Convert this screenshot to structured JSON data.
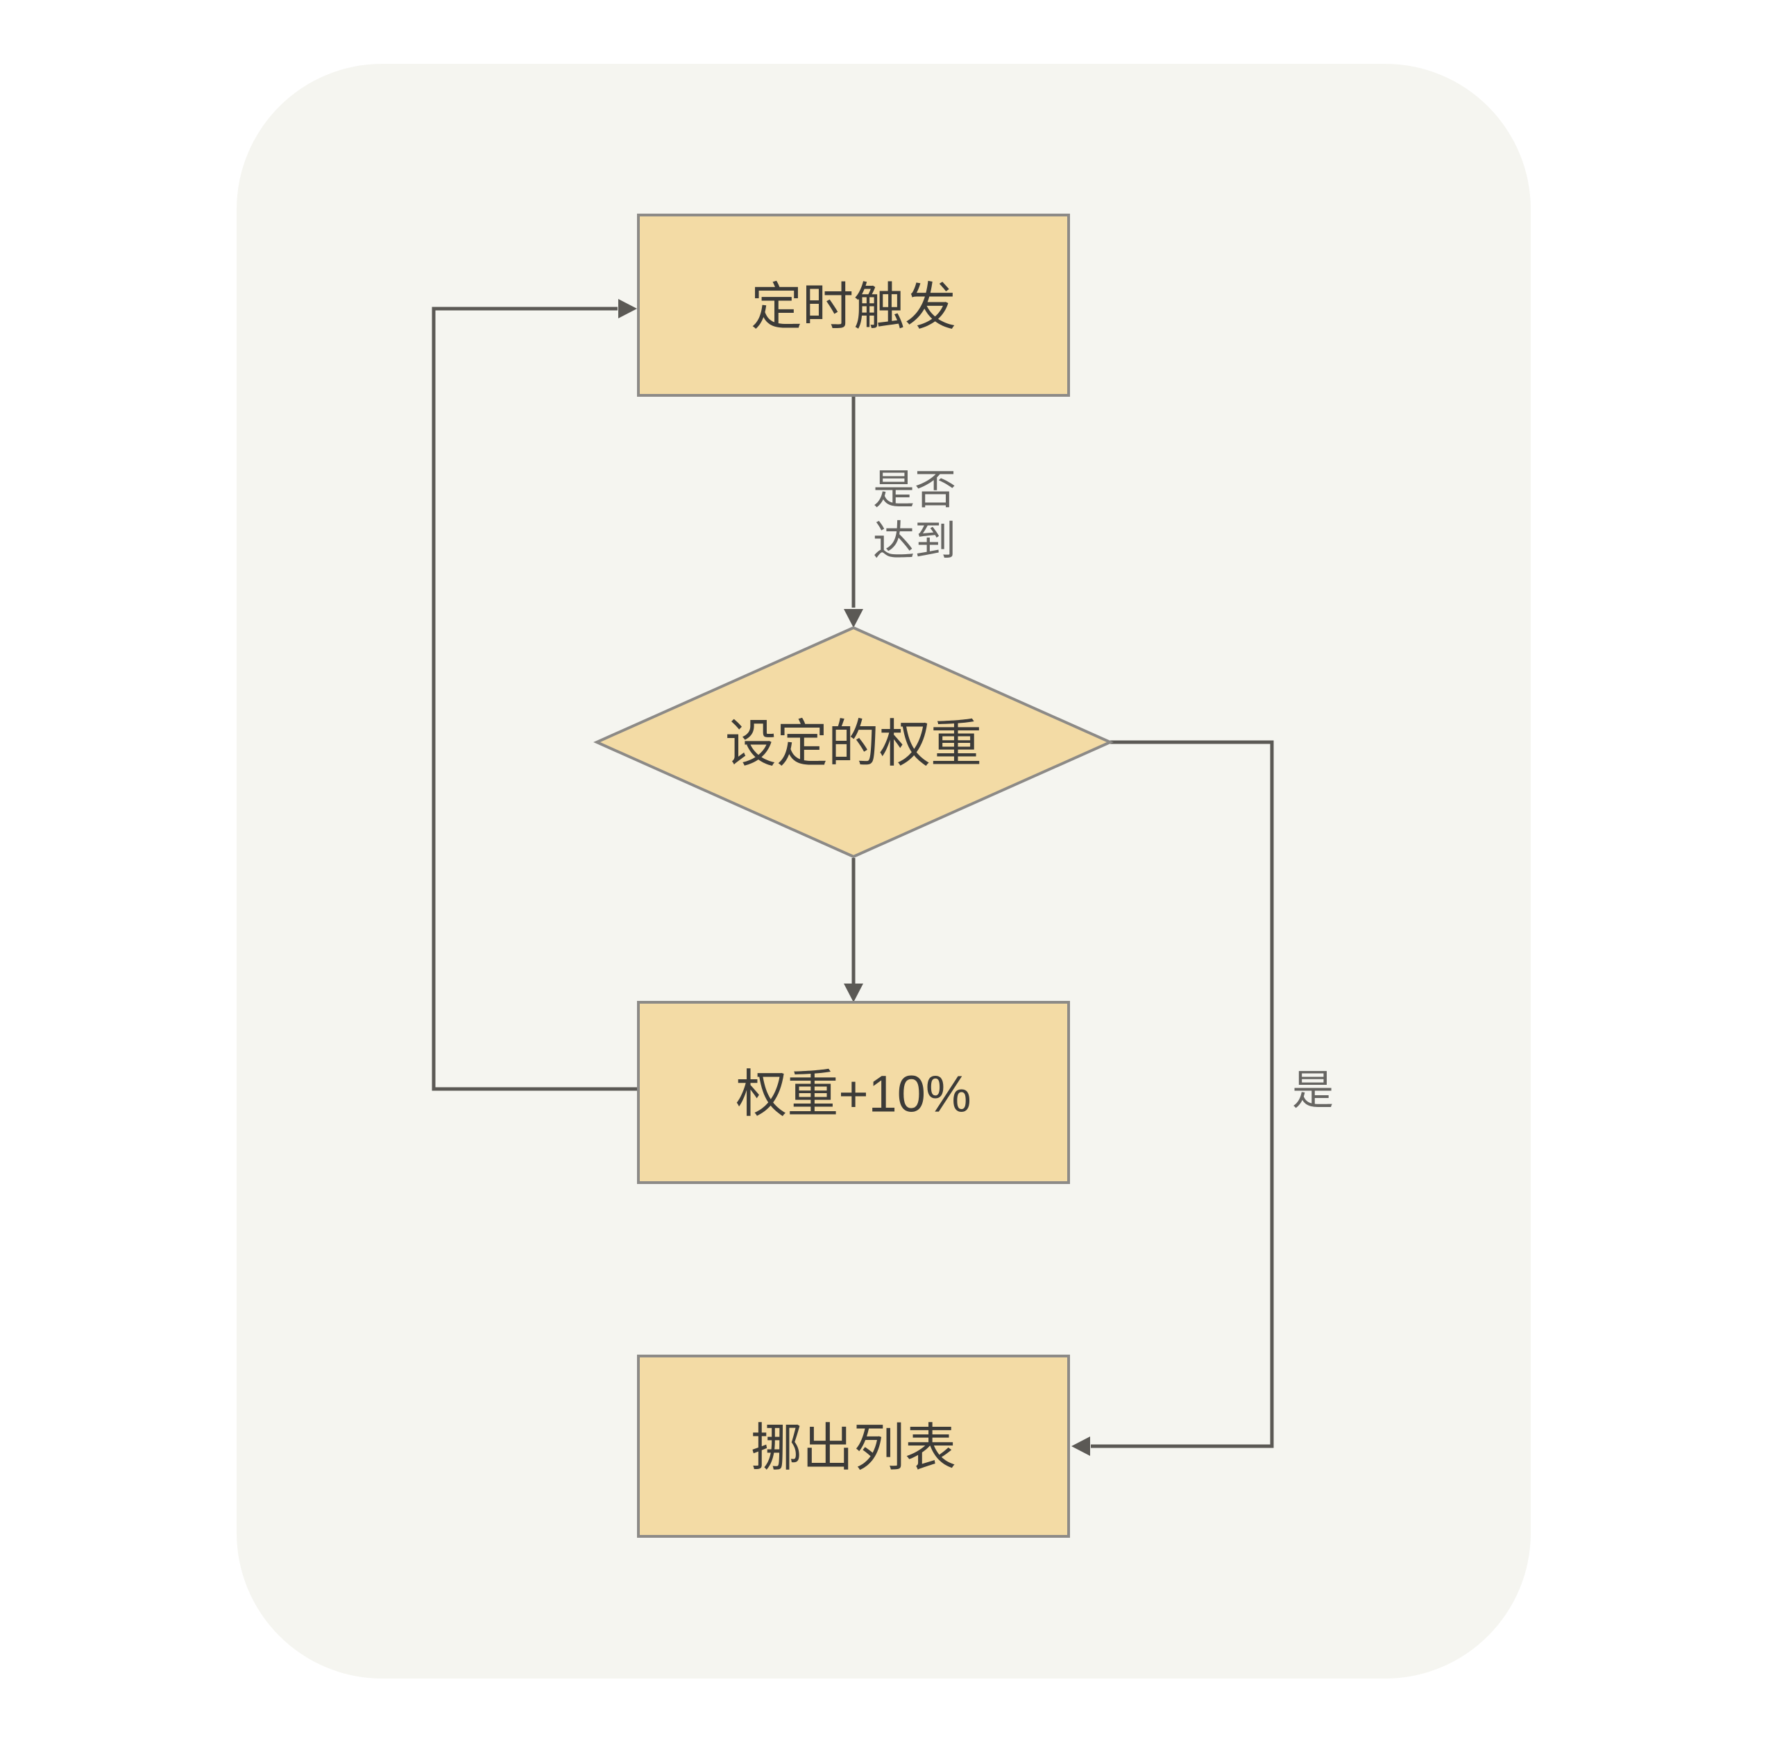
{
  "colors": {
    "page_bg": "#ffffff",
    "card_bg": "#f5f5f0",
    "node_fill": "#f3dba5",
    "node_border": "#8c8a87",
    "edge_line": "#5b5955",
    "node_text": "#3c3b38",
    "edge_label_text": "#666562"
  },
  "diagram": {
    "type": "flowchart",
    "nodes": [
      {
        "id": "timer-trigger",
        "shape": "rectangle",
        "label": "定时触发"
      },
      {
        "id": "weight-check",
        "shape": "diamond",
        "label": "设定的权重"
      },
      {
        "id": "weight-increase",
        "shape": "rectangle",
        "label": "权重+10%"
      },
      {
        "id": "remove-from-list",
        "shape": "rectangle",
        "label": "挪出列表"
      }
    ],
    "edges": [
      {
        "from": "timer-trigger",
        "to": "weight-check",
        "label_line1": "是否",
        "label_line2": "达到"
      },
      {
        "from": "weight-check",
        "to": "weight-increase",
        "label": ""
      },
      {
        "from": "weight-increase",
        "to": "timer-trigger",
        "label": ""
      },
      {
        "from": "weight-check",
        "to": "remove-from-list",
        "label": "是"
      }
    ]
  }
}
